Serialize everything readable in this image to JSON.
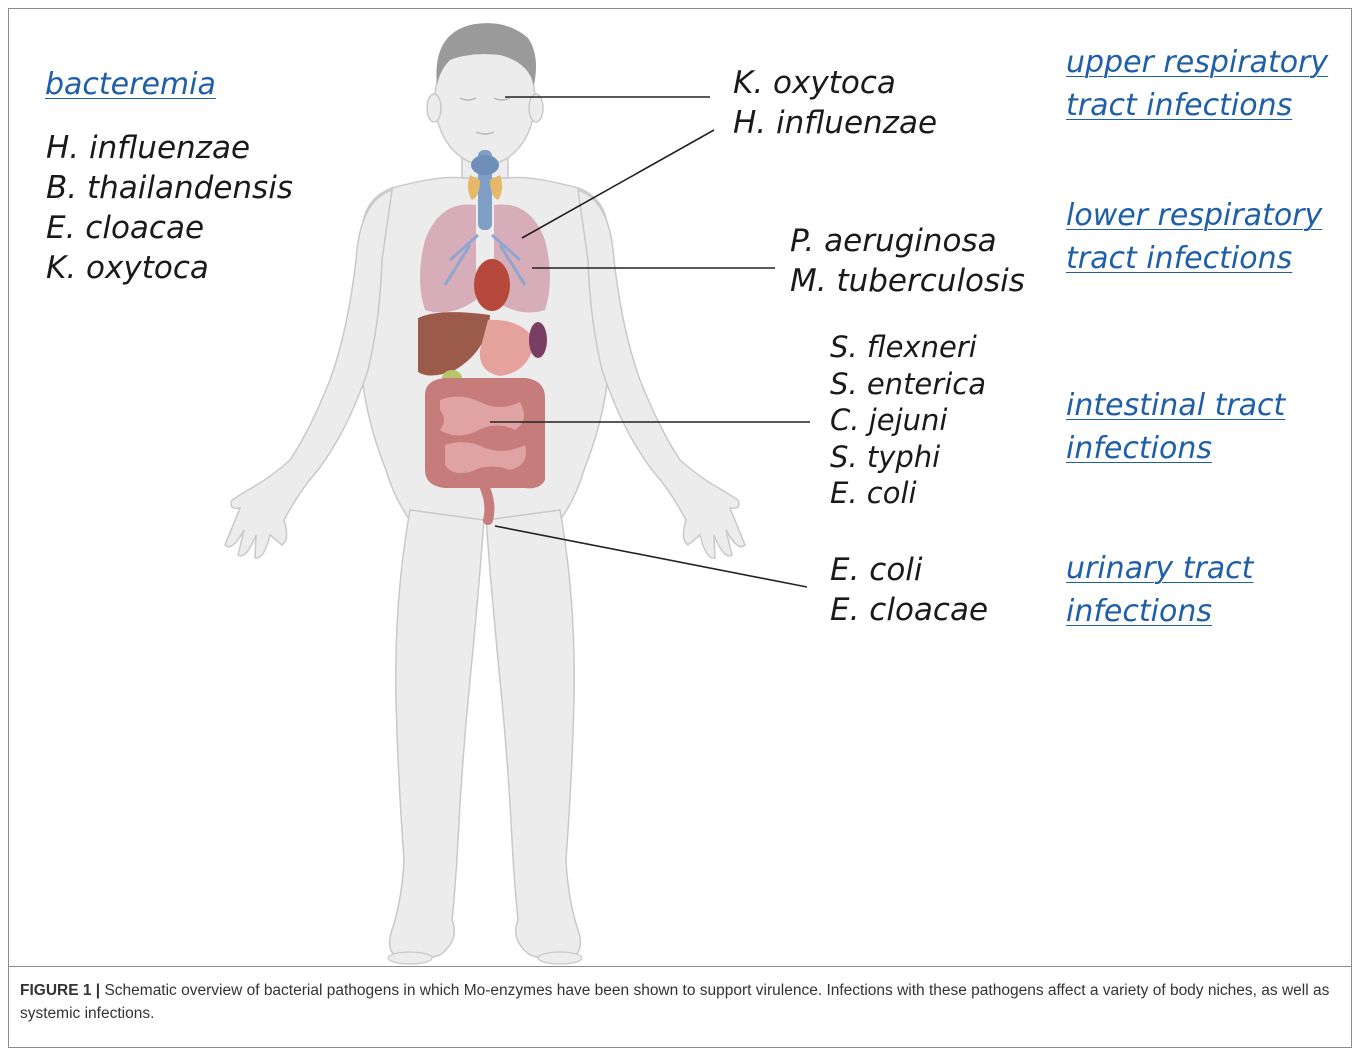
{
  "categories": {
    "bacteremia": "bacteremia",
    "upper_respiratory_line1": "upper respiratory",
    "upper_respiratory_line2": "tract infections",
    "lower_respiratory_line1": "lower respiratory",
    "lower_respiratory_line2": "tract infections",
    "intestinal_line1": "intestinal tract",
    "intestinal_line2": "infections",
    "urinary_line1": "urinary tract",
    "urinary_line2": "infections"
  },
  "pathogens": {
    "bacteremia": [
      "H. influenzae",
      "B. thailandensis",
      "E. cloacae",
      "K. oxytoca"
    ],
    "upper_respiratory": [
      "K. oxytoca",
      "H. influenzae"
    ],
    "lower_respiratory": [
      "P. aeruginosa",
      "M. tuberculosis"
    ],
    "intestinal": [
      "S. flexneri",
      "S. enterica",
      "C. jejuni",
      "S. typhi",
      "E. coli"
    ],
    "urinary": [
      "E. coli",
      "E. cloacae"
    ]
  },
  "caption": {
    "label": "FIGURE 1 |",
    "text": " Schematic overview of bacterial pathogens in which Mo-enzymes have been shown to support virulence. Infections with these pathogens affect a variety of body niches, as well as systemic infections."
  },
  "colors": {
    "category_link": "#1f5fa8",
    "body_fill": "#ececec",
    "hair": "#9a9a9a",
    "lungs": "#d4a6b4",
    "liver": "#9c5a4a",
    "intestine": "#d98c8c"
  }
}
